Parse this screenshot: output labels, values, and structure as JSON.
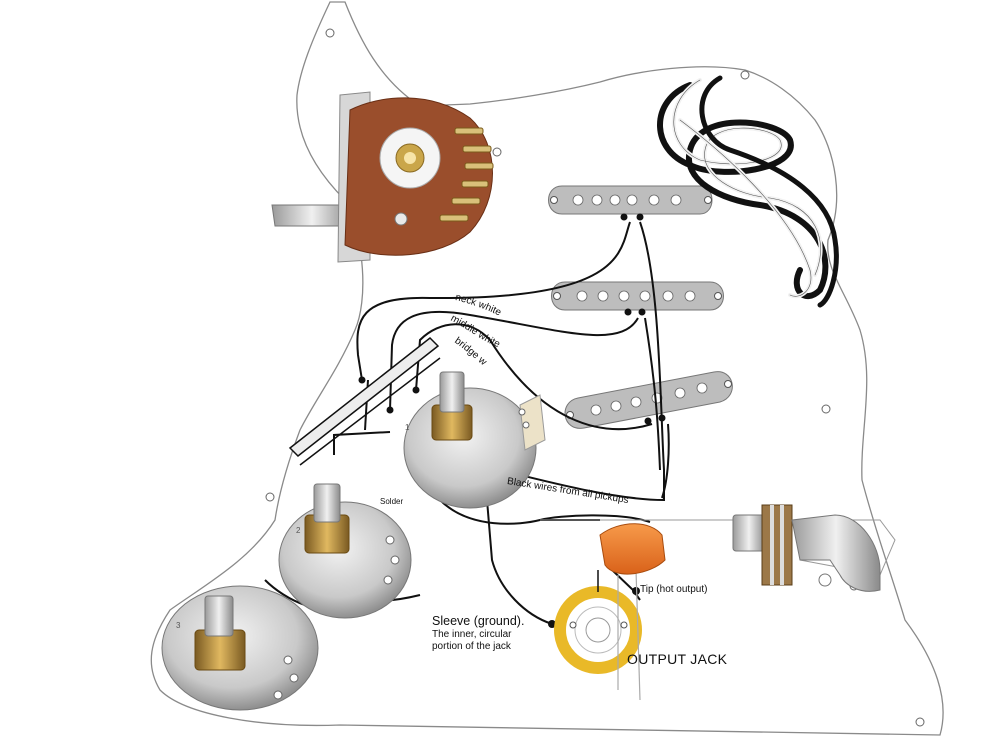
{
  "labels": {
    "neck_white": "neck white",
    "middle_white": "middle white",
    "bridge_white": "bridge white",
    "black_wires": "Black wires from all pickups",
    "sleeve_title": "Sleeve (ground).",
    "sleeve_line1": "The inner, circular",
    "sleeve_line2": "portion of the jack",
    "tip": "Tip (hot output)",
    "output_jack": "OUTPUT JACK",
    "solder": "Solder",
    "pot_1": "1",
    "pot_2": "2",
    "pot_3": "3"
  },
  "colors": {
    "pickguard_outline": "#8a8a8a",
    "pickup_fill": "#bdbdbd",
    "wire_black": "#111111",
    "wire_white": "#f2f2f2",
    "switch_brown": "#9a4e2c",
    "capacitor_orange": "#ef7a2a",
    "jack_ring_yellow": "#e9b928",
    "pot_metal": "#c9c9c9",
    "brass": "#b88a3a"
  },
  "icons": [
    "five-way-switch-icon",
    "pickup-icon",
    "potentiometer-icon",
    "capacitor-icon",
    "output-jack-icon",
    "wire-bundle-icon"
  ]
}
